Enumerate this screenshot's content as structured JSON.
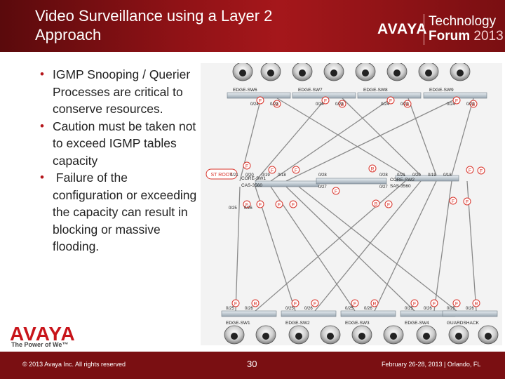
{
  "header": {
    "title_line1": "Video Surveillance using a Layer 2",
    "title_line2": "Approach",
    "logo": "AVAYA",
    "event_line1": "Technology",
    "event_line2": "Forum",
    "event_year": "2013"
  },
  "bullets": [
    "IGMP Snooping / Querier Processes are critical to conserve resources.",
    "Caution must be taken not to exceed IGMP tables capacity",
    " Failure of the configuration or exceeding the capacity can result in blocking or massive flooding."
  ],
  "diagram": {
    "st_root_label": "ST ROOT",
    "top_switches": [
      {
        "name": "EDGE-SW6",
        "ports": [
          "0/24",
          "0/23"
        ]
      },
      {
        "name": "EDGE-SW7",
        "ports": [
          "0/24",
          "0/23"
        ]
      },
      {
        "name": "EDGE-SW8",
        "ports": [
          "0/24",
          "0/23"
        ]
      },
      {
        "name": "EDGE-SW9",
        "ports": [
          "0/24",
          "0/23"
        ]
      }
    ],
    "core_left": {
      "name": "CORE-SW1",
      "model": "CAS-3560",
      "ports": [
        "0/21",
        "0/20",
        "0/19",
        "0/18"
      ],
      "lower_ports": [
        "0/25",
        "0/26"
      ]
    },
    "core_right": {
      "name": "CORE-SW2",
      "model": "SAS-3560",
      "ports": [
        "0/21",
        "0/20",
        "0/19",
        "0/18"
      ]
    },
    "core_link_ports": [
      "0/28",
      "0/28",
      "0/27",
      "0/27"
    ],
    "bottom_switches": [
      {
        "name": "EDGE-SW1",
        "ports": [
          "0/25",
          "0/26"
        ]
      },
      {
        "name": "EDGE-SW2",
        "ports": [
          "0/25",
          "0/26"
        ]
      },
      {
        "name": "EDGE-SW3",
        "ports": [
          "0/25",
          "0/26"
        ]
      },
      {
        "name": "EDGE-SW4",
        "ports": [
          "0/25",
          "0/26"
        ]
      },
      {
        "name": "GUARDSHACK",
        "ports": [
          "0/25",
          "0/26"
        ]
      }
    ],
    "port_states": [
      "F",
      "B",
      "R"
    ]
  },
  "footer": {
    "logo": "AVAYA",
    "tagline": "The Power of We™",
    "copyright": "© 2013 Avaya Inc. All rights reserved",
    "page_number": "30",
    "event": "February 26-28, 2013 | Orlando, FL"
  },
  "colors": {
    "brand_red": "#b5161b",
    "header_dark": "#7a0f12",
    "port_state_red": "#d9342b"
  }
}
